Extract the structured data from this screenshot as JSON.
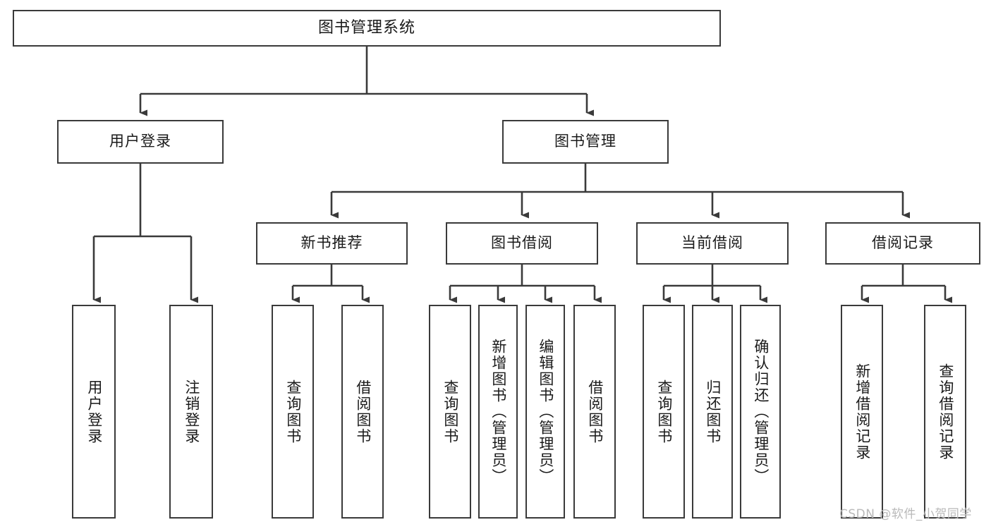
{
  "diagram": {
    "title": "图书管理系统",
    "type": "tree-hierarchy",
    "root": {
      "label": "图书管理系统"
    },
    "level2": [
      {
        "label": "用户登录"
      },
      {
        "label": "图书管理"
      }
    ],
    "level3": [
      {
        "label": "新书推荐"
      },
      {
        "label": "图书借阅"
      },
      {
        "label": "当前借阅"
      },
      {
        "label": "借阅记录"
      }
    ],
    "leaves": {
      "user_login": [
        {
          "label": "用户登录"
        },
        {
          "label": "注销登录"
        }
      ],
      "new_book_recommend": [
        {
          "label": "查询图书"
        },
        {
          "label": "借阅图书"
        }
      ],
      "book_borrow": [
        {
          "label": "查询图书"
        },
        {
          "label": "新增图书（管理员）"
        },
        {
          "label": "编辑图书（管理员）"
        },
        {
          "label": "借阅图书"
        }
      ],
      "current_borrow": [
        {
          "label": "查询图书"
        },
        {
          "label": "归还图书"
        },
        {
          "label": "确认归还（管理员）"
        }
      ],
      "borrow_records": [
        {
          "label": "新增借阅记录"
        },
        {
          "label": "查询借阅记录"
        }
      ]
    }
  },
  "watermark": {
    "text": "CSDN @软件_小贺同学"
  },
  "colors": {
    "box_border": "#3a3a3a",
    "box_fill": "#ffffff",
    "text": "#1a1a1a",
    "connector": "#3a3a3a",
    "watermark": "#b9b9b9",
    "background": "#ffffff"
  }
}
